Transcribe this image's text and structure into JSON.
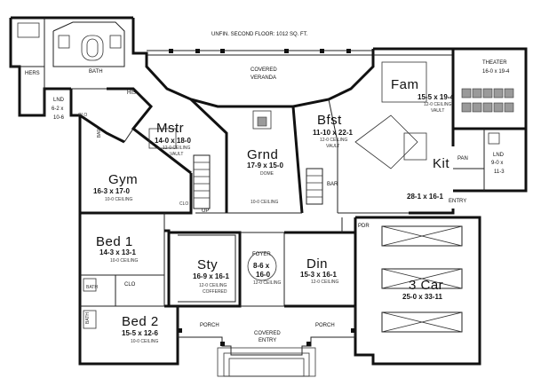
{
  "header": {
    "title": "UNFIN. SECOND FLOOR: 1012 SQ. FT."
  },
  "rooms": {
    "hers": {
      "name": "HERS"
    },
    "bath": {
      "name": "BATH"
    },
    "his": {
      "name": "HIS"
    },
    "lnd_a": {
      "name": "LND",
      "dims": "6-2 x",
      "dims2": "10-6"
    },
    "clo_a": {
      "name": "CLO"
    },
    "bar_a": {
      "name": "BAR"
    },
    "mstr": {
      "name": "Mstr",
      "dims": "14-0 x 18-0",
      "note": "12-0 CEILING",
      "note2": "VAULT"
    },
    "veranda": {
      "name": "COVERED",
      "name2": "VERANDA"
    },
    "grnd": {
      "name": "Grnd",
      "dims": "17-9 x 15-0",
      "note": "DOME"
    },
    "bfst": {
      "name": "Bfst",
      "dims": "11-10 x 22-1",
      "note": "12-0 CEILING",
      "note2": "VAULT"
    },
    "fam": {
      "name": "Fam",
      "dims": "15-5 x 19-4",
      "note": "12-0 CEILING",
      "note2": "VAULT"
    },
    "theater": {
      "name": "THEATER",
      "dims": "16-0 x 19-4"
    },
    "kit": {
      "name": "Kit",
      "dims": "28-1 x 16-1"
    },
    "pan": {
      "name": "PAN"
    },
    "lnd_b": {
      "name": "LND",
      "dims": "9-0 x",
      "dims2": "11-3"
    },
    "gym": {
      "name": "Gym",
      "dims": "16-3 x 17-0",
      "note": "10-0 CEILING"
    },
    "bar_b": {
      "name": "BAR"
    },
    "bed1": {
      "name": "Bed 1",
      "dims": "14-3 x 13-1",
      "note": "10-0 CEILING"
    },
    "sty": {
      "name": "Sty",
      "dims": "16-9 x 16-1",
      "note": "12-0 CEILING",
      "note2": "COFFERED"
    },
    "foyer": {
      "name": "FOYER",
      "dims": "8-6 x",
      "dims2": "16-0",
      "note": "12-0 CEILING"
    },
    "din": {
      "name": "Din",
      "dims": "15-3 x 16-1",
      "note": "12-0 CEILING"
    },
    "car": {
      "name": "3 Car",
      "dims": "25-0 x 33-11"
    },
    "clo_b": {
      "name": "CLO"
    },
    "bath_b": {
      "name": "BATH"
    },
    "bath_c": {
      "name": "BATH"
    },
    "bed2": {
      "name": "Bed 2",
      "dims": "15-5 x 12-6",
      "note": "10-0 CEILING"
    },
    "porch_left": {
      "name": "PORCH"
    },
    "porch_right": {
      "name": "PORCH"
    },
    "entry_front": {
      "name": "COVERED",
      "name2": "ENTRY"
    },
    "pdr": {
      "name": "PDR"
    },
    "entry_side": {
      "name": "ENTRY"
    },
    "up": {
      "name": "UP"
    },
    "clo_c": {
      "name": "CLO"
    },
    "ceiling_hall": {
      "note": "10-0 CEILING"
    }
  }
}
